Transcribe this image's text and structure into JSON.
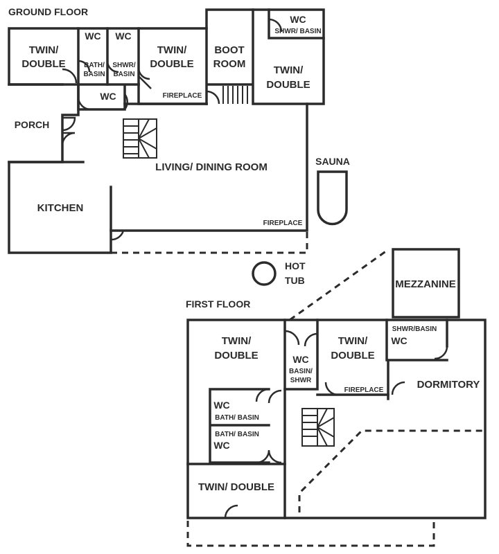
{
  "ground_floor": {
    "heading": "GROUND FLOOR",
    "rooms": {
      "twin_double_left": [
        "TWIN/",
        "DOUBLE"
      ],
      "wc_1": "WC",
      "bath_basin": [
        "BATH/",
        "BASIN"
      ],
      "wc_2": "WC",
      "shwr_basin": [
        "SHWR/",
        "BASIN"
      ],
      "wc_3": "WC",
      "twin_double_mid": [
        "TWIN/",
        "DOUBLE"
      ],
      "fireplace_top": "FIREPLACE",
      "boot_room": [
        "BOOT",
        "ROOM"
      ],
      "wc_4": "WC",
      "shwr_basin_2": "SHWR/ BASIN",
      "twin_double_right": [
        "TWIN/",
        "DOUBLE"
      ],
      "porch": "PORCH",
      "living_dining": "LIVING/ DINING ROOM",
      "kitchen": "KITCHEN",
      "fireplace_bottom": "FIREPLACE"
    }
  },
  "outdoor": {
    "sauna": "SAUNA",
    "hot_tub": [
      "HOT",
      "TUB"
    ]
  },
  "first_floor": {
    "heading": "FIRST FLOOR",
    "rooms": {
      "mezzanine": "MEZZANINE",
      "twin_double_tl": [
        "TWIN/",
        "DOUBLE"
      ],
      "wc_a": "WC",
      "basin_shwr": [
        "BASIN/",
        "SHWR"
      ],
      "twin_double_tm": [
        "TWIN/",
        "DOUBLE"
      ],
      "fireplace": "FIREPLACE",
      "shwr_basin": "SHWR/BASIN",
      "wc_b": "WC",
      "dormitory": "DORMITORY",
      "wc_c": "WC",
      "bath_basin_c": "BATH/ BASIN",
      "bath_basin_d": "BATH/ BASIN",
      "wc_d": "WC",
      "twin_double_bl": "TWIN/ DOUBLE"
    }
  }
}
